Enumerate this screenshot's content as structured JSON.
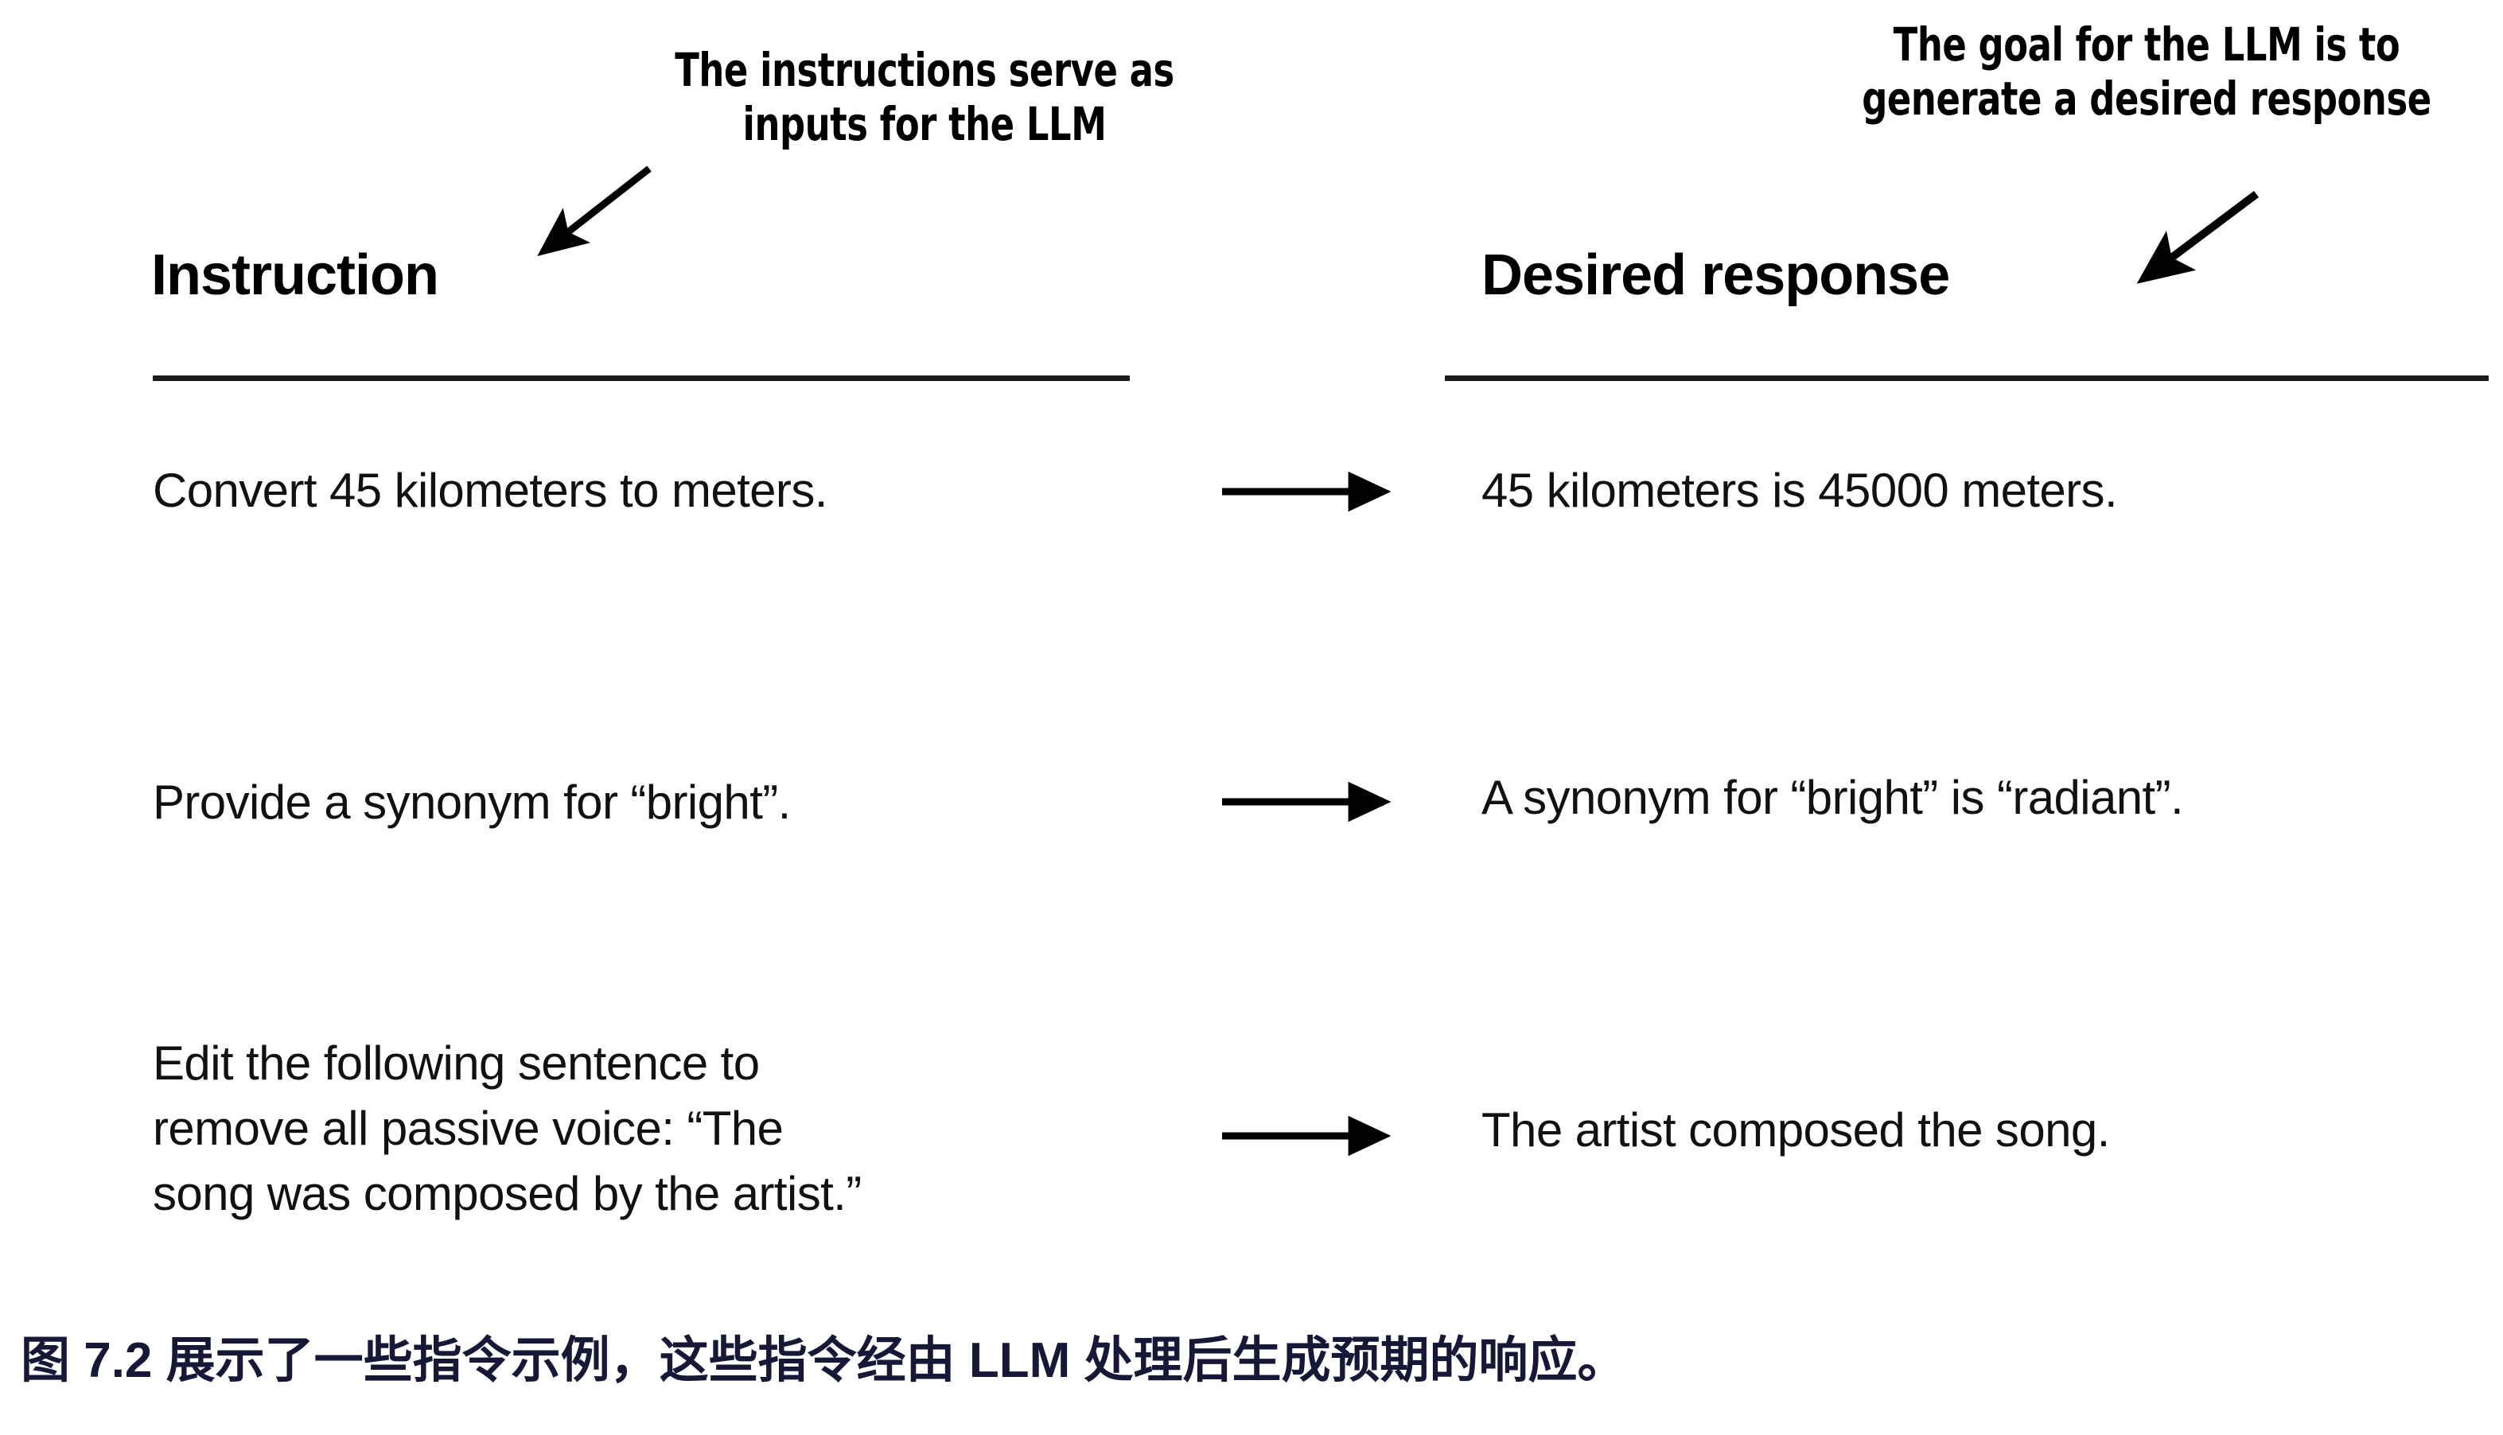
{
  "figure": {
    "annotations": {
      "left": "The instructions serve as\ninputs for the LLM",
      "right": "The goal for the LLM is to\ngenerate a desired response"
    },
    "columns": {
      "left_header": "Instruction",
      "right_header": "Desired response"
    },
    "rows": [
      {
        "instruction": "Convert 45 kilometers to meters.",
        "response": "45 kilometers is 45000 meters."
      },
      {
        "instruction": "Provide a synonym for “bright”.",
        "response": "A synonym for “bright” is “radiant”."
      },
      {
        "instruction": "Edit the following sentence to\nremove all passive voice: “The\nsong was composed by the artist.”",
        "response": "The artist composed the song."
      }
    ],
    "caption": "图 7.2 展示了一些指令示例，这些指令经由 LLM 处理后生成预期的响应。",
    "colors": {
      "background": "#ffffff",
      "text": "#000000",
      "rule": "#1b1b1b",
      "caption": "#171738"
    }
  }
}
